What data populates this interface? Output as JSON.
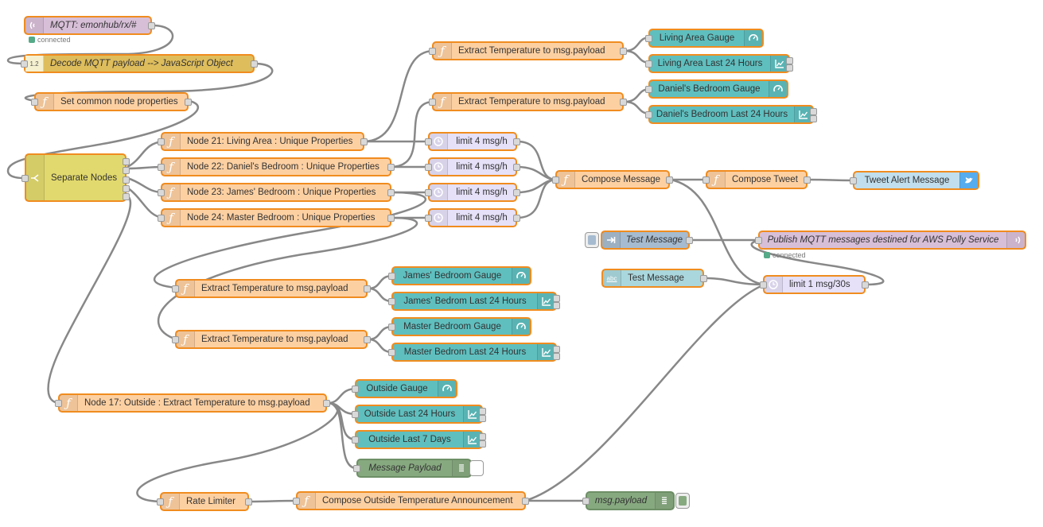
{
  "mqtt_in": {
    "label": "MQTT: emonhub/rx/#",
    "status": "connected"
  },
  "json_node": {
    "label": "Decode MQTT payload --> JavaScript Object",
    "icon_text": "1.2"
  },
  "set_common": {
    "label": "Set common node properties"
  },
  "separate": {
    "label": "Separate Nodes"
  },
  "node21": {
    "label": "Node 21: Living Area : Unique Properties"
  },
  "node22": {
    "label": "Node 22: Daniel's Bedroom : Unique Properties"
  },
  "node23": {
    "label": "Node 23: James' Bedroom : Unique Properties"
  },
  "node24": {
    "label": "Node 24: Master Bedroom : Unique Properties"
  },
  "node17": {
    "label": "Node 17: Outside : Extract Temperature to msg.payload"
  },
  "extract": {
    "label": "Extract Temperature to msg.payload"
  },
  "living_gauge": {
    "label": "Living Area Gauge"
  },
  "living_chart": {
    "label": "Living Area Last 24 Hours"
  },
  "daniel_gauge": {
    "label": "Daniel's Bedroom Gauge"
  },
  "daniel_chart": {
    "label": "Daniel's Bedroom Last 24 Hours"
  },
  "james_gauge": {
    "label": "James' Bedroom Gauge"
  },
  "james_chart": {
    "label": "James' Bedrom Last 24 Hours"
  },
  "master_gauge": {
    "label": "Master Bedroom Gauge"
  },
  "master_chart": {
    "label": "Master Bedrom Last 24 Hours"
  },
  "outside_gauge": {
    "label": "Outside Gauge"
  },
  "outside_24": {
    "label": "Outside Last 24 Hours"
  },
  "outside_7d": {
    "label": "Outside Last 7 Days"
  },
  "message_payload": {
    "label": "Message Payload"
  },
  "limit_4": {
    "label": "limit 4 msg/h"
  },
  "compose_message": {
    "label": "Compose Message"
  },
  "compose_tweet": {
    "label": "Compose Tweet"
  },
  "tweet_alert": {
    "label": "Tweet Alert Message"
  },
  "test_inject": {
    "label": "Test Message"
  },
  "test_template": {
    "label": "Test Message",
    "icon_text": "abc"
  },
  "publish": {
    "label": "Publish MQTT messages destined for AWS Polly Service",
    "status": "connected"
  },
  "limit_30s": {
    "label": "limit 1 msg/30s"
  },
  "rate_limiter": {
    "label": "Rate Limiter"
  },
  "compose_outside": {
    "label": "Compose Outside Temperature Announcement"
  },
  "msg_payload_debug": {
    "label": "msg.payload"
  },
  "colors": {
    "function": "#fdd0a2",
    "mqtt": "#d8bfd8",
    "json": "#debd5c",
    "switch": "#e2d96e",
    "dashboard": "#5fbfbf",
    "delay": "#e6e0f8",
    "twitter": "#c0deed",
    "inject": "#a6bbcf",
    "template": "#a9d7dd",
    "debug": "#87a980",
    "border": "#f08c1f",
    "wire": "#888888"
  },
  "icons": {
    "function": "function-icon",
    "gauge": "gauge-icon",
    "chart": "chart-icon",
    "delay": "timer-icon",
    "twitter": "twitter-bird-icon",
    "mqtt": "broadcast-icon",
    "switch": "switch-icon",
    "debug": "list-icon",
    "inject": "arrow-in-icon"
  }
}
